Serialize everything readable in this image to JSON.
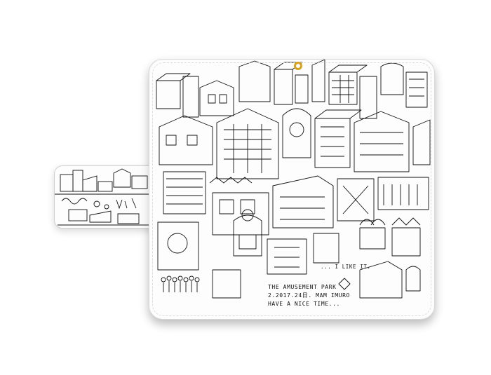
{
  "product": {
    "object": "notebook-style phone case",
    "colors": {
      "case": "#fdfdfd",
      "ink": "#111111",
      "ring": "#d8a21a"
    },
    "artwork": "hand-drawn line illustration of a crowded amusement-park town"
  },
  "captions": {
    "line1": "THE AMUSEMENT PARK",
    "line2": "2.2017.24日. MAM IMURO",
    "line3": "HAVE A NICE TIME...",
    "tagline": "... I LIKE IT."
  }
}
